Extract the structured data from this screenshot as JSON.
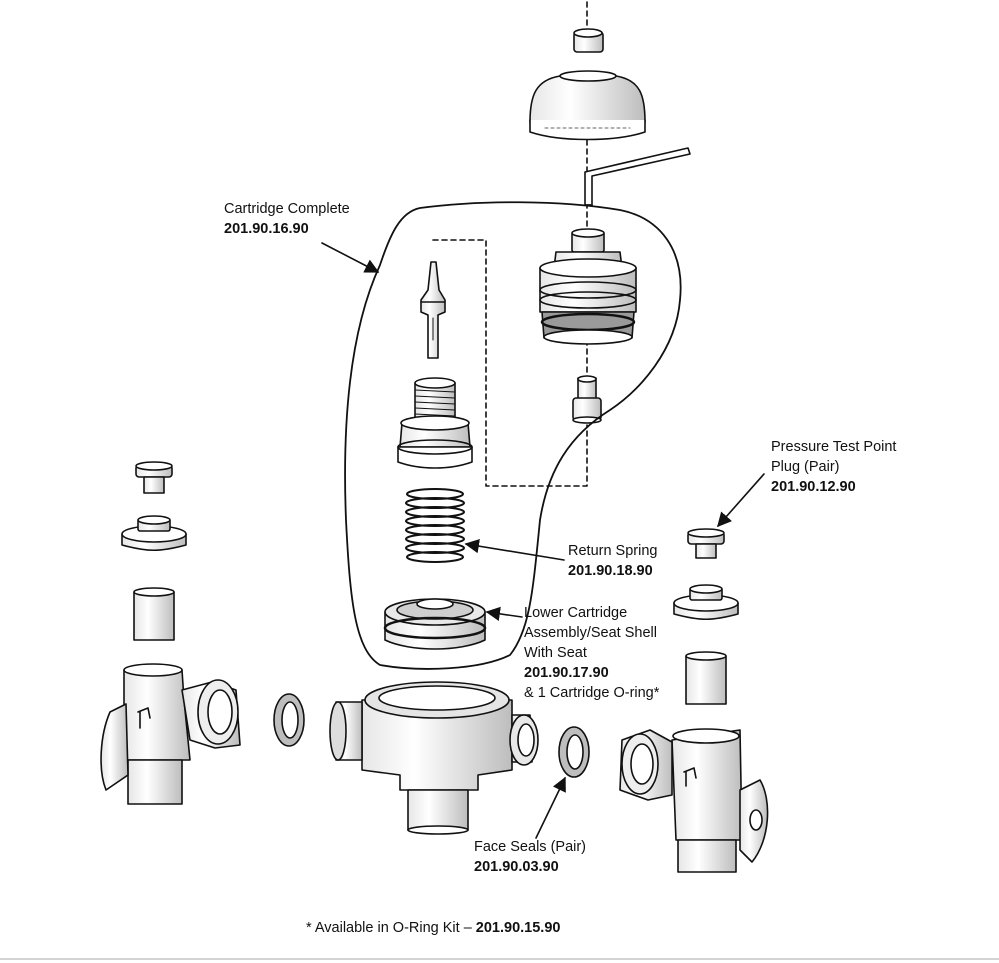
{
  "labels": {
    "cartridge_complete": {
      "name": "Cartridge Complete",
      "part": "201.90.16.90"
    },
    "pressure_test_point": {
      "name_line1": "Pressure Test Point",
      "name_line2": "Plug (Pair)",
      "part": "201.90.12.90"
    },
    "return_spring": {
      "name": "Return Spring",
      "part": "201.90.18.90"
    },
    "lower_cartridge": {
      "name_line1": "Lower Cartridge",
      "name_line2": "Assembly/Seat Shell",
      "name_line3": "With Seat",
      "part": "201.90.17.90",
      "note": "& 1 Cartridge O-ring*"
    },
    "face_seals": {
      "name": "Face Seals (Pair)",
      "part": "201.90.03.90"
    }
  },
  "footnote": {
    "text": "* Available in O-Ring Kit – ",
    "part": "201.90.15.90"
  },
  "colors": {
    "line": "#111111",
    "fill": "#ffffff",
    "shade": "#d9d9d9"
  }
}
